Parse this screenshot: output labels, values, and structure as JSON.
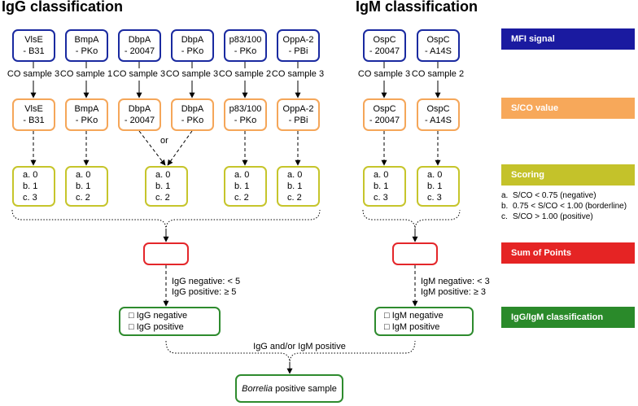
{
  "titles": {
    "igg": "IgG classification",
    "igm": "IgM classification"
  },
  "mfi_boxes": [
    {
      "l1": "VlsE",
      "l2": "- B31"
    },
    {
      "l1": "BmpA",
      "l2": "- PKo"
    },
    {
      "l1": "DbpA",
      "l2": "- 20047"
    },
    {
      "l1": "DbpA",
      "l2": "- PKo"
    },
    {
      "l1": "p83/100",
      "l2": "- PKo"
    },
    {
      "l1": "OppA-2",
      "l2": "- PBi"
    },
    {
      "l1": "OspC",
      "l2": "- 20047"
    },
    {
      "l1": "OspC",
      "l2": "- A14S"
    }
  ],
  "co_labels": [
    "CO sample 3",
    "CO sample 1",
    "CO sample 3",
    "CO sample 3",
    "CO sample 2",
    "CO sample 3",
    "CO sample 3",
    "CO sample 2"
  ],
  "sco_boxes": [
    {
      "l1": "VlsE",
      "l2": "- B31"
    },
    {
      "l1": "BmpA",
      "l2": "- PKo"
    },
    {
      "l1": "DbpA",
      "l2": "- 20047"
    },
    {
      "l1": "DbpA",
      "l2": "- PKo"
    },
    {
      "l1": "p83/100",
      "l2": "- PKo"
    },
    {
      "l1": "OppA-2",
      "l2": "- PBi"
    },
    {
      "l1": "OspC",
      "l2": "- 20047"
    },
    {
      "l1": "OspC",
      "l2": "- A14S"
    }
  ],
  "or_label": "or",
  "score_boxes": [
    {
      "a": "a. 0",
      "b": "b. 1",
      "c": "c. 3"
    },
    {
      "a": "a. 0",
      "b": "b. 1",
      "c": "c. 2"
    },
    {
      "a": "a. 0",
      "b": "b. 1",
      "c": "c. 2"
    },
    {
      "a": "a. 0",
      "b": "b. 1",
      "c": "c. 2"
    },
    {
      "a": "a. 0",
      "b": "b. 1",
      "c": "c. 2"
    },
    {
      "a": "a. 0",
      "b": "b. 1",
      "c": "c. 3"
    },
    {
      "a": "a. 0",
      "b": "b. 1",
      "c": "c. 3"
    }
  ],
  "thresholds": {
    "igg_neg": "IgG negative: < 5",
    "igg_pos": "IgG positive: ≥ 5",
    "igm_neg": "IgM negative: < 3",
    "igm_pos": "IgM positive: ≥ 3"
  },
  "class_boxes": {
    "igg": {
      "neg": "□ IgG negative",
      "pos": "□ IgG positive"
    },
    "igm": {
      "neg": "□ IgM negative",
      "pos": "□ IgM positive"
    }
  },
  "combined_label": "IgG and/or IgM positive",
  "final_box": {
    "italic": "Borrelia",
    "rest": " positive sample"
  },
  "legend": [
    {
      "label": "MFI signal",
      "color": "#1a1aa0"
    },
    {
      "label": "S/CO value",
      "color": "#f7a85a"
    },
    {
      "label": "Scoring",
      "color": "#c4c22a"
    },
    {
      "label": "Sum of Points",
      "color": "#e52424"
    },
    {
      "label": "IgG/IgM classification",
      "color": "#2a8a2a"
    }
  ],
  "scoring_notes": [
    {
      "k": "a.",
      "t": "S/CO < 0.75 (negative)"
    },
    {
      "k": "b.",
      "t": "0.75 < S/CO < 1.00 (borderline)"
    },
    {
      "k": "c.",
      "t": "S/CO > 1.00 (positive)"
    }
  ]
}
